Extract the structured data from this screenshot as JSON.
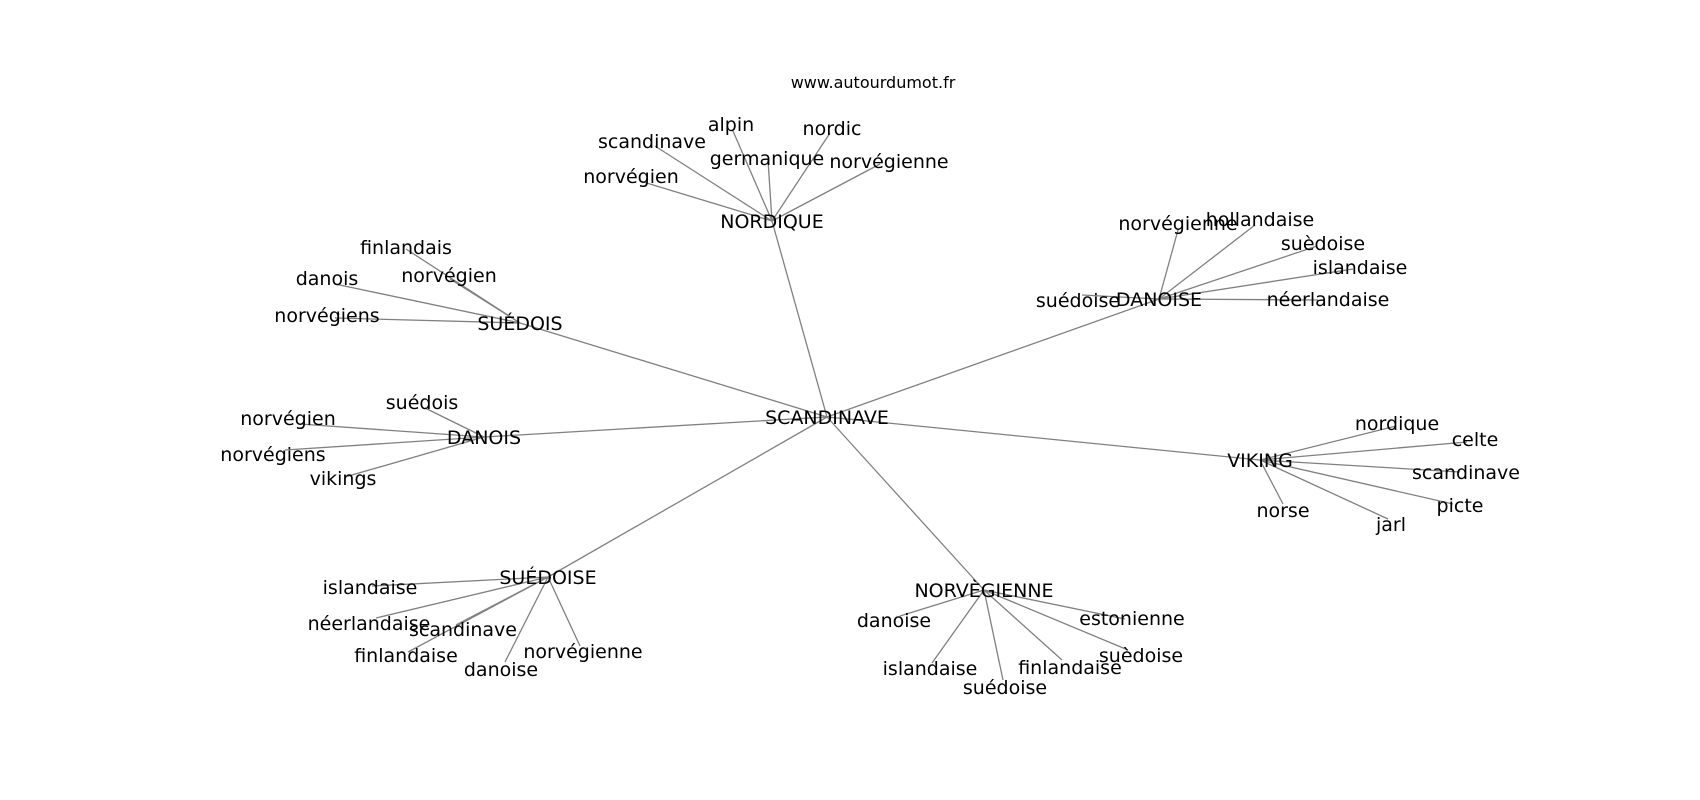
{
  "site": "www.autourdumot.fr",
  "center": "SCANDINAVE",
  "hubs": [
    {
      "id": "nordique",
      "label": "NORDIQUE",
      "leaves": [
        "alpin",
        "nordic",
        "scandinave",
        "germanique",
        "norvégienne",
        "norvégien"
      ]
    },
    {
      "id": "suedois",
      "label": "SUÉDOIS",
      "leaves": [
        "finlandais",
        "norvégien",
        "danois",
        "norvégiens"
      ]
    },
    {
      "id": "danoise",
      "label": "DANOISE",
      "leaves": [
        "norvégienne",
        "hollandaise",
        "suèdoise",
        "islandaise",
        "suédoise",
        "néerlandaise"
      ]
    },
    {
      "id": "danois",
      "label": "DANOIS",
      "leaves": [
        "suédois",
        "norvégien",
        "norvégiens",
        "vikings"
      ]
    },
    {
      "id": "viking",
      "label": "VIKING",
      "leaves": [
        "nordique",
        "celte",
        "scandinave",
        "picte",
        "norse",
        "jarl"
      ]
    },
    {
      "id": "suedoise",
      "label": "SUÉDOISE",
      "leaves": [
        "islandaise",
        "néerlandaise",
        "scandinave",
        "finlandaise",
        "norvégienne",
        "danoise"
      ]
    },
    {
      "id": "norvegienne",
      "label": "NORVÈGIENNE",
      "leaves": [
        "danoise",
        "estonienne",
        "suèdoise",
        "islandaise",
        "finlandaise",
        "suédoise"
      ]
    }
  ]
}
